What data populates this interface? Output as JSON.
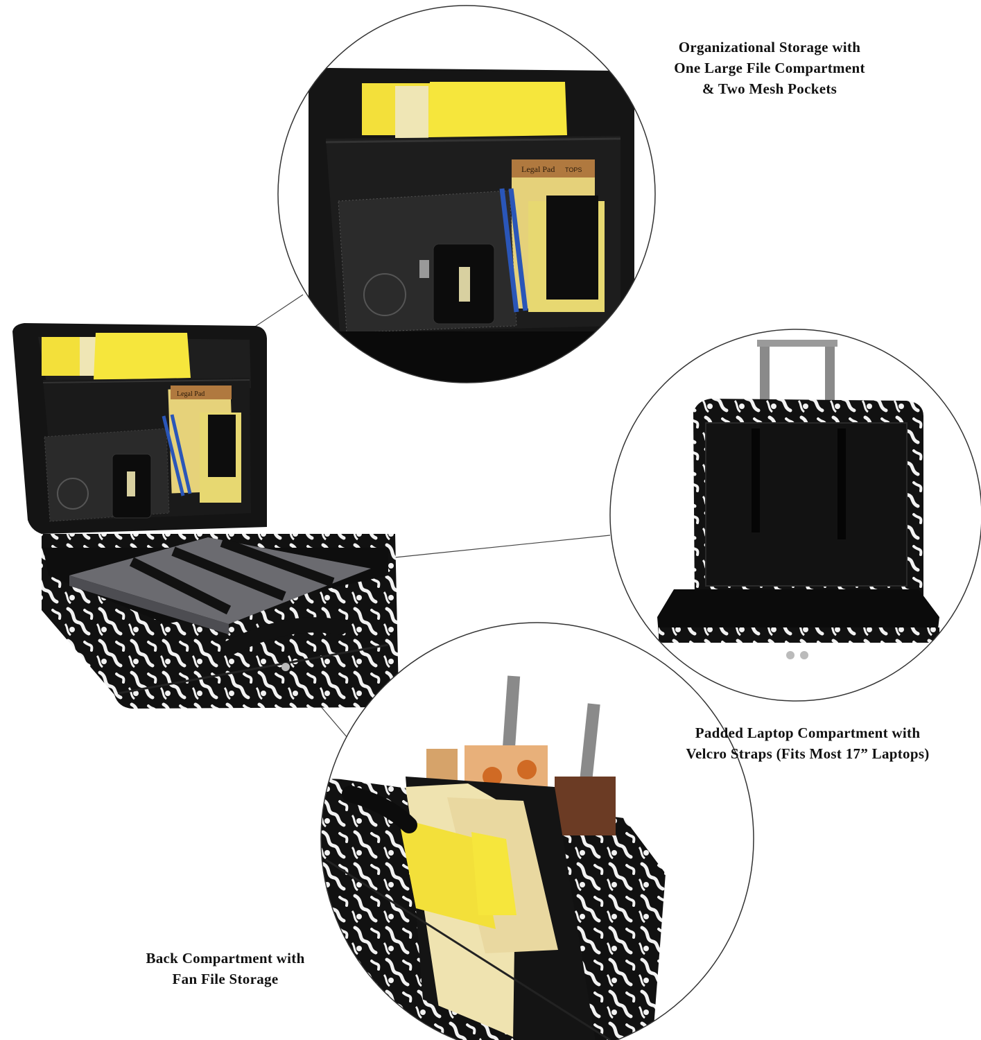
{
  "captions": {
    "organizational": {
      "line1": "Organizational Storage with",
      "line2": "One Large File Compartment",
      "line3": "& Two Mesh Pockets"
    },
    "laptop": {
      "line1": "Padded Laptop Compartment with",
      "line2": "Velcro Straps (Fits Most 17” Laptops)"
    },
    "back": {
      "line1": "Back Compartment with",
      "line2": "Fan File Storage"
    }
  },
  "labels": {
    "legal_pad": "Legal Pad",
    "brand": "TOPS"
  },
  "colors": {
    "bag_black": "#111111",
    "damask_white": "#f2f2f2",
    "folder_yellow": "#f3e03a",
    "legal_pad": "#f2e27a",
    "pen_blue": "#2a56b8",
    "laptop_gray": "#6b6b70"
  }
}
